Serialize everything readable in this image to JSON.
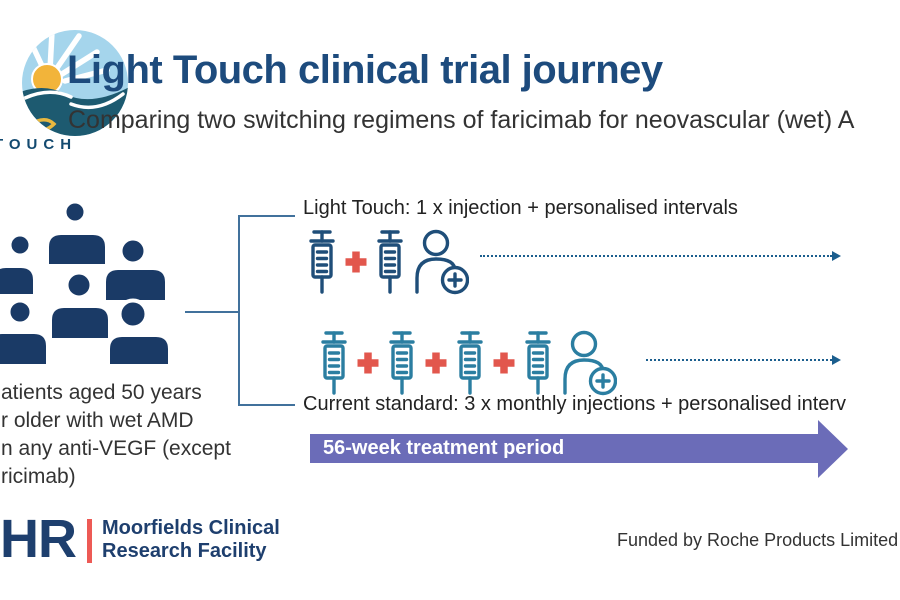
{
  "logo": {
    "wordmark": "TOUCH"
  },
  "header": {
    "title": "Light Touch clinical trial journey",
    "subtitle": "Comparing two switching regimens of faricimab for neovascular (wet) A"
  },
  "cohort": {
    "line1": "atients aged 50 years",
    "line2": "r older with wet AMD",
    "line3": "n any anti-VEGF (except",
    "line4": "ricimab)"
  },
  "arms": {
    "light_touch_label": "Light Touch: 1 x injection + personalised intervals",
    "current_standard_label": "Current standard: 3 x monthly injections + personalised interv"
  },
  "timeline": {
    "label": "56-week treatment period"
  },
  "footer": {
    "nihr_text": "HR",
    "facility_line1": "Moorfields Clinical",
    "facility_line2": "Research Facility",
    "funding": "Funded by Roche Products Limited ("
  },
  "icons": {
    "syringe": "syringe-icon",
    "plus": "plus-icon",
    "person_with_plus": "patient-review-icon",
    "people_group": "patient-group-icon",
    "sun_waves_logo": "light-touch-logo"
  },
  "colors": {
    "title-navy": "#1d4b7d",
    "text-dark": "#333333",
    "navy": "#1f4e79",
    "teal": "#2b7ea1",
    "plus-red": "#e2574d",
    "bracket": "#41719c",
    "dot-blue": "#1b5e8e",
    "purple": "#6b6cb8",
    "people-navy": "#1a3a66",
    "nihr-navy": "#1e3f6e",
    "nihr-red": "#ed5a55"
  }
}
